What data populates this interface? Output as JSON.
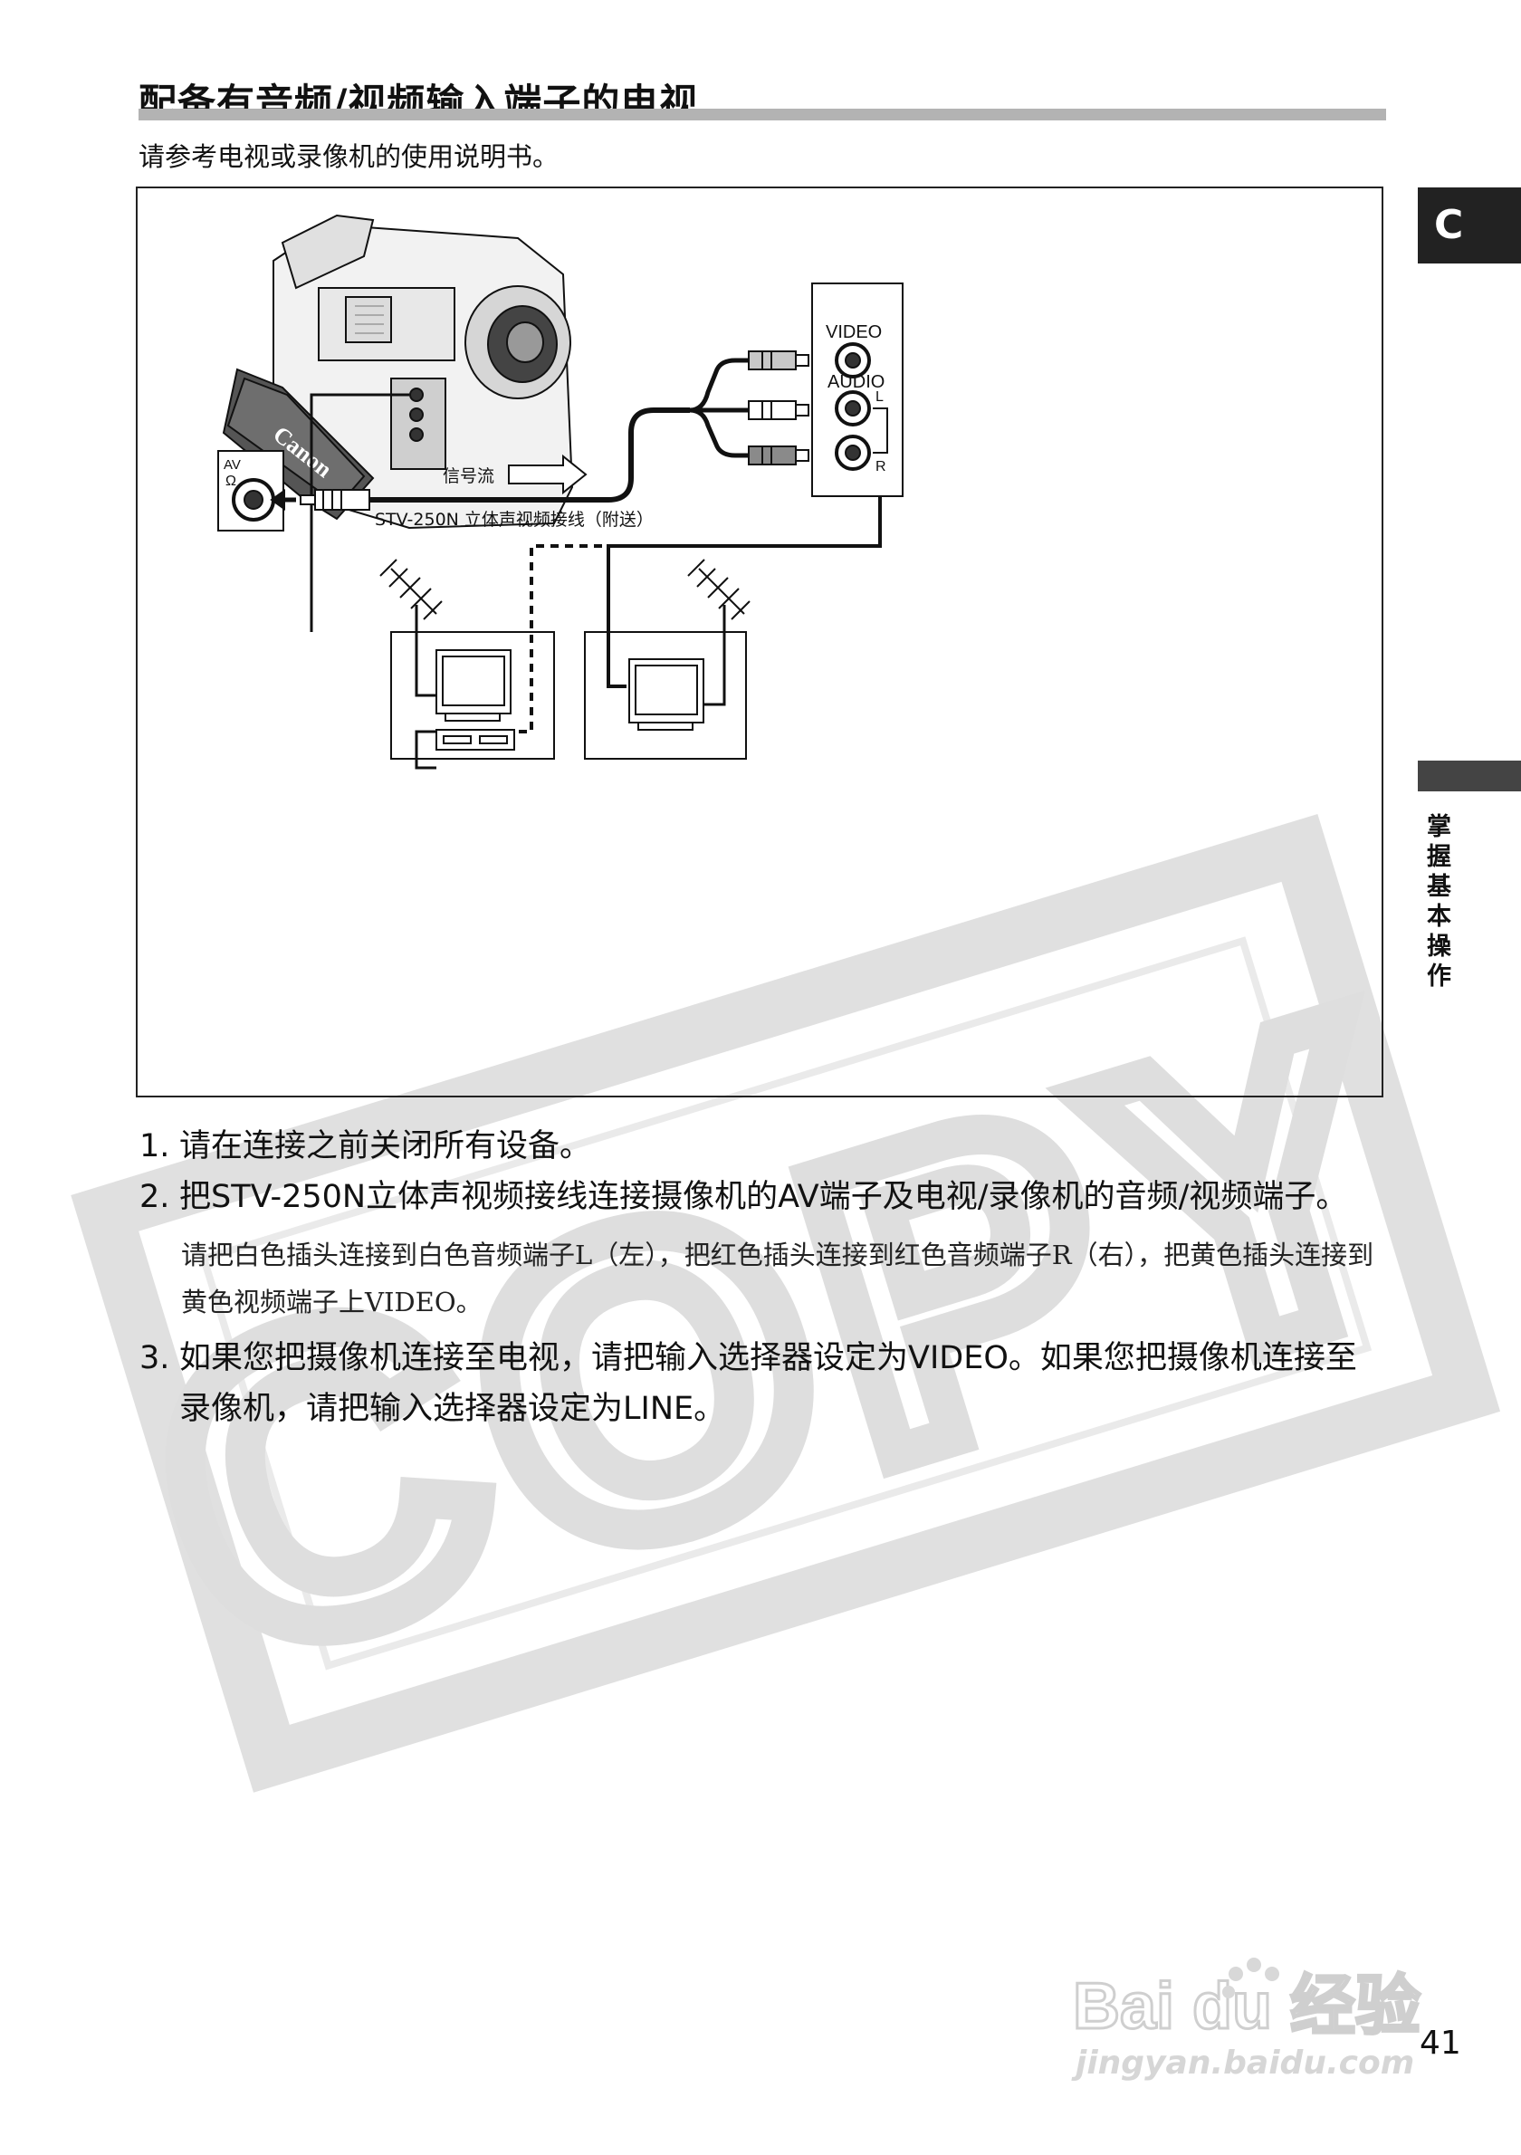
{
  "page": {
    "title": "配备有音频/视频输入端子的电视",
    "subtitle": "请参考电视或录像机的使用说明书。",
    "tab_letter": "C",
    "side_label": "掌握基本操作",
    "page_number": "41"
  },
  "diagram": {
    "jack_video": "VIDEO",
    "jack_audio": "AUDIO",
    "jack_l": "L",
    "jack_r": "R",
    "av_label": "AV",
    "av_headphone": "Ω",
    "signal_flow": "信号流",
    "cable_name": "STV-250N 立体声视频接线（附送）",
    "camera_brand": "Canon"
  },
  "steps": [
    {
      "num": "1.",
      "text": "请在连接之前关闭所有设备。"
    },
    {
      "num": "2.",
      "text": "把STV-250N立体声视频接线连接摄像机的AV端子及电视/录像机的音频/视频端子。",
      "note": "请把白色插头连接到白色音频端子L（左），把红色插头连接到红色音频端子R（右），把黄色插头连接到黄色视频端子上VIDEO。"
    },
    {
      "num": "3.",
      "text": "如果您把摄像机连接至电视，请把输入选择器设定为VIDEO。如果您把摄像机连接至录像机，请把输入选择器设定为LINE。"
    }
  ],
  "watermark": {
    "text": "COPY"
  },
  "branding": {
    "text": "Bai du 经验",
    "url": "jingyan.baidu.com"
  },
  "colors": {
    "tab": "#222222",
    "title_bar": "#b3b3b3",
    "watermark": "#cccccc"
  }
}
